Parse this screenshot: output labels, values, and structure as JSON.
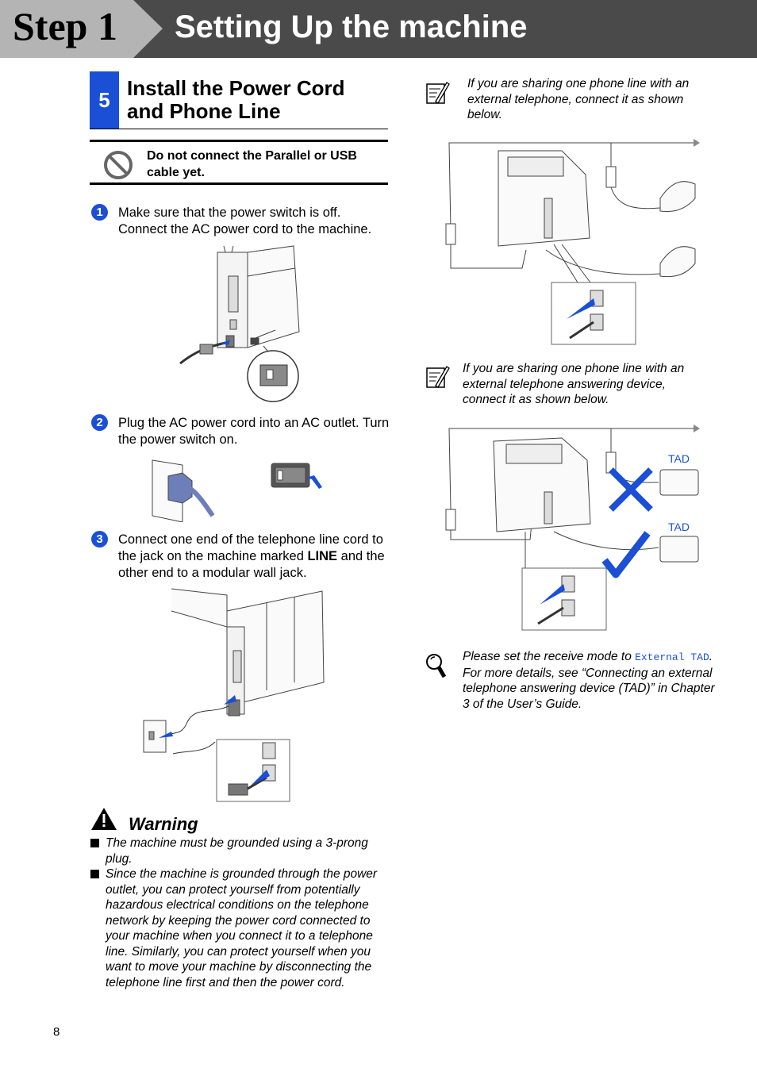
{
  "header": {
    "step_label": "Step 1",
    "title": "Setting Up the machine"
  },
  "section": {
    "number": "5",
    "title": "Install the Power Cord and Phone Line"
  },
  "caution": {
    "text": "Do not connect the Parallel or USB cable yet."
  },
  "steps": [
    {
      "number": "1",
      "text": "Make sure that the power switch is off. Connect the AC power cord to the machine."
    },
    {
      "number": "2",
      "text": "Plug the AC power cord into an AC outlet. Turn the power switch on."
    },
    {
      "number": "3",
      "text_before": "Connect one end of the telephone line cord to the jack on the machine marked ",
      "text_bold": "LINE",
      "text_after": " and the other end to a modular wall jack."
    }
  ],
  "warning": {
    "title": "Warning",
    "items": [
      "The machine must be grounded using a 3-prong plug.",
      "Since the machine is grounded through the power outlet, you can protect yourself from potentially hazardous electrical conditions on the telephone network by keeping the power cord connected to your machine when you connect it to a telephone line. Similarly, you can protect yourself when you want to move your machine by disconnecting the telephone line first and then the power cord."
    ]
  },
  "notes": {
    "phone_note": "If you are sharing one phone line with an external telephone, connect it as shown below.",
    "tad_note": "If you are sharing one phone line with an external telephone answering device, connect it as shown below.",
    "tad_label_1": "TAD",
    "tad_label_2": "TAD",
    "tip_prefix": "Please set the receive mode to ",
    "tip_mode": "External TAD",
    "tip_suffix": ".",
    "tip_details": "For more details, see “Connecting an external telephone answering device (TAD)” in Chapter 3 of the User’s Guide."
  },
  "footer": {
    "page_number": "8"
  },
  "colors": {
    "accent_blue": "#1a4fd6",
    "header_dark": "#4a4a4a",
    "header_tab": "#b4b4b4"
  }
}
